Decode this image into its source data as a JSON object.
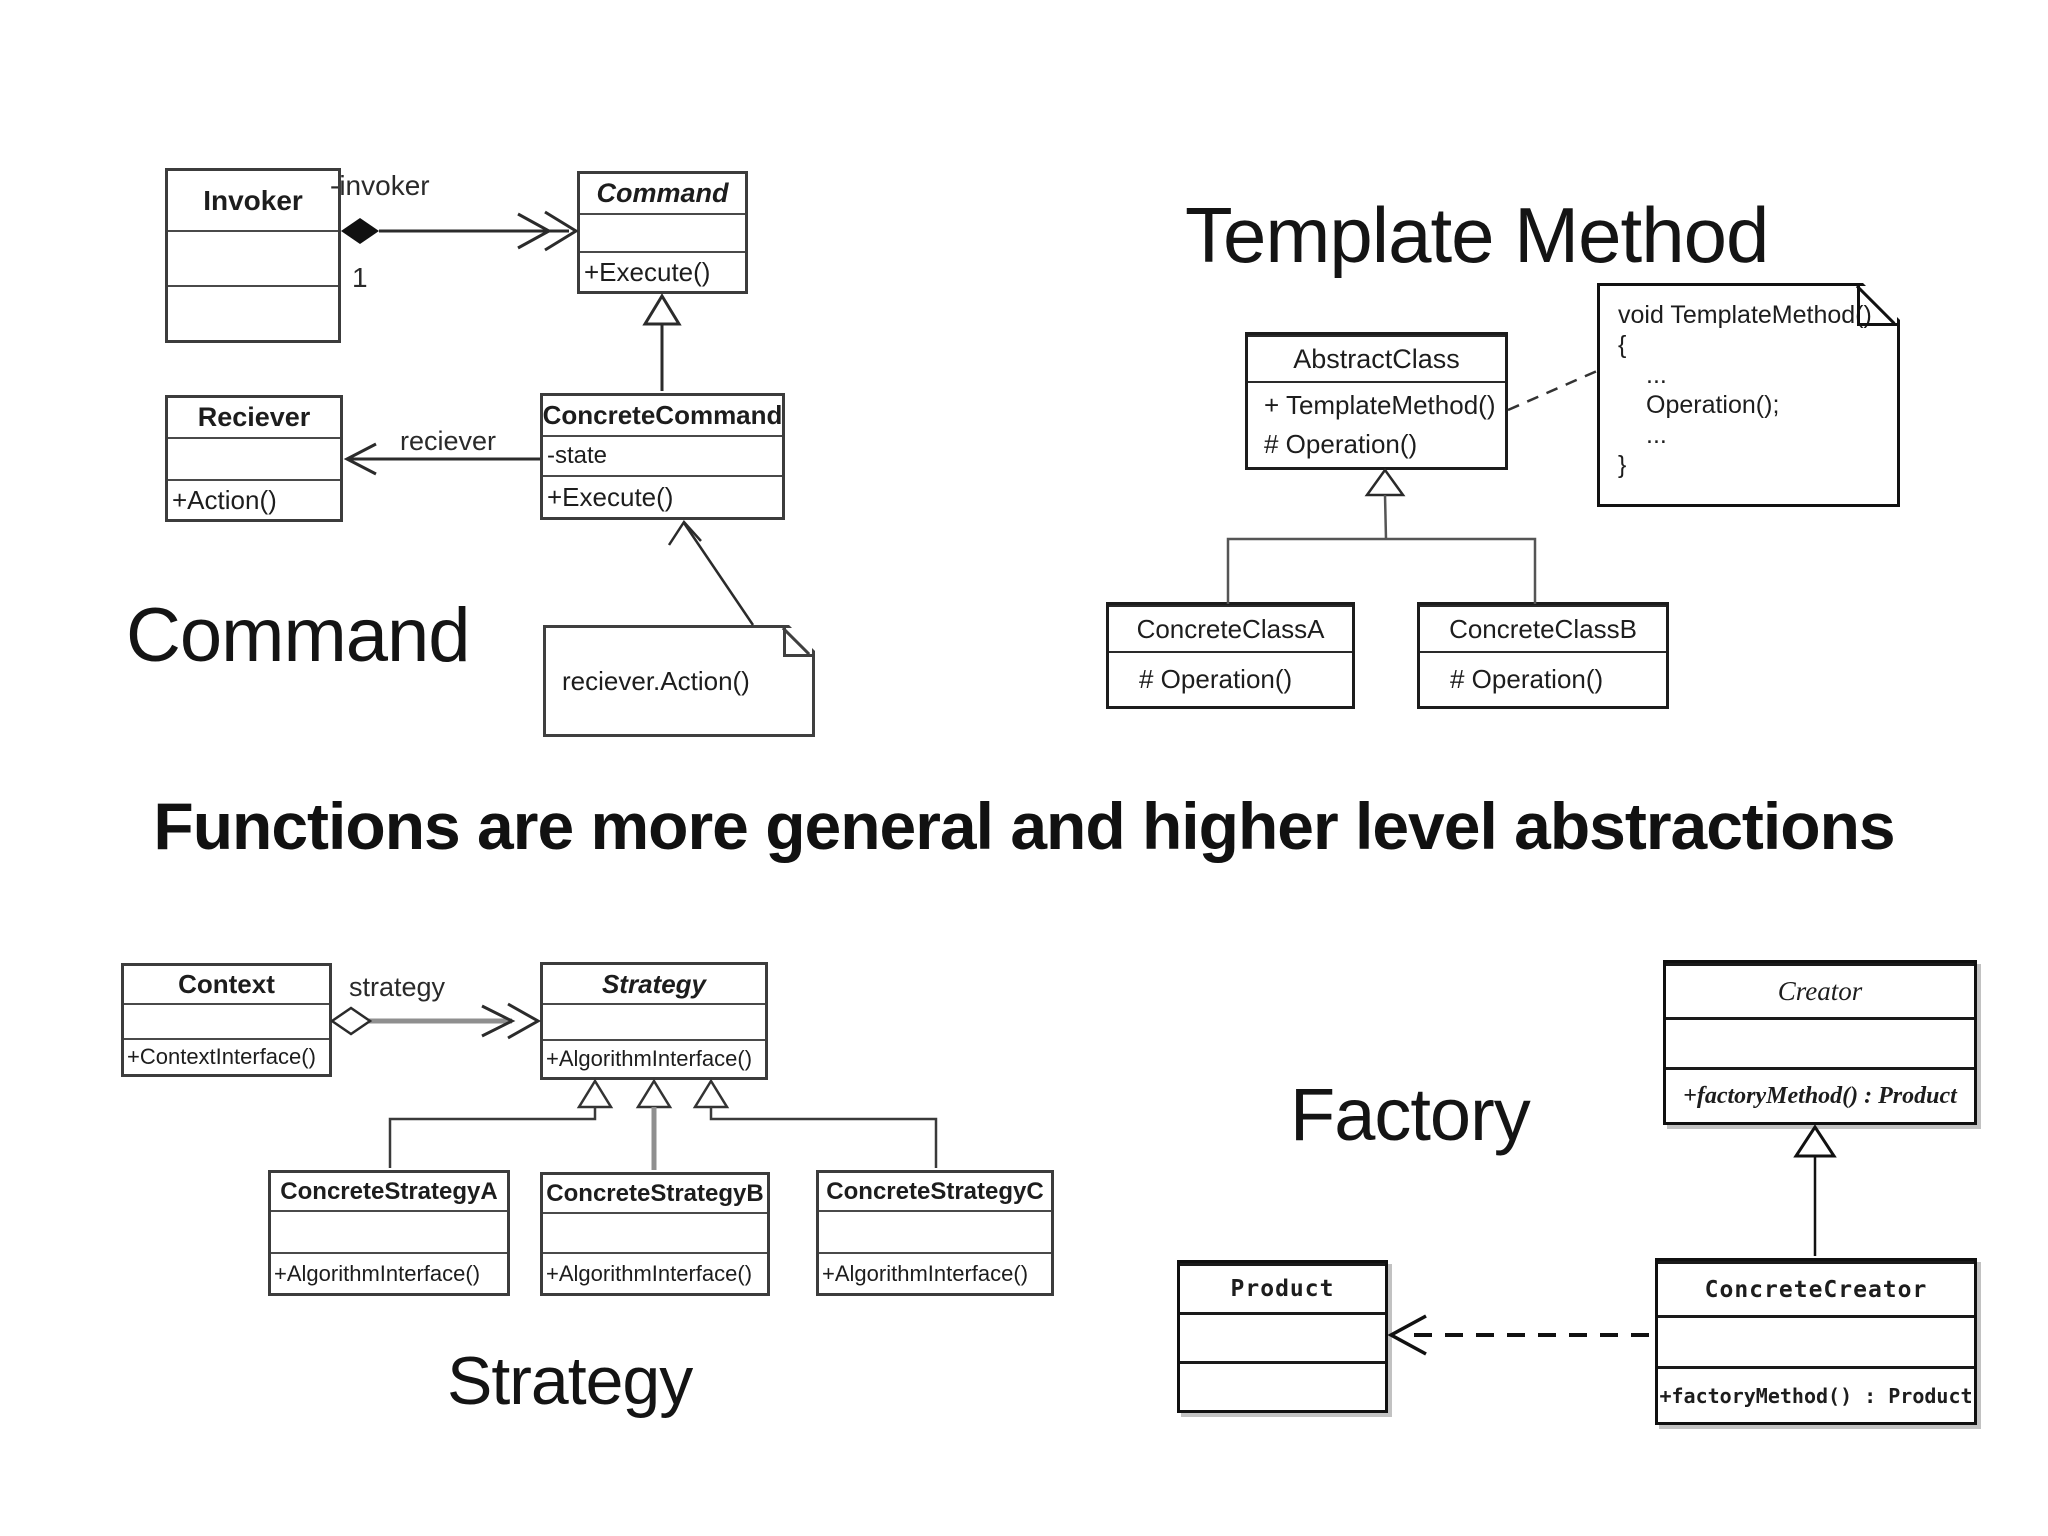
{
  "slide": {
    "background": "#ffffff",
    "text_color": "#1d1d1d"
  },
  "headings": {
    "command": "Command",
    "template_method": "Template Method",
    "statement": "Functions are more general and higher level abstractions",
    "strategy": "Strategy",
    "factory": "Factory"
  },
  "command_diagram": {
    "invoker": {
      "title": "Invoker"
    },
    "command": {
      "title": "Command",
      "method": "+Execute()"
    },
    "reciever": {
      "title": "Reciever",
      "method": "+Action()"
    },
    "concrete_command": {
      "title": "ConcreteCommand",
      "attribute": "-state",
      "method": "+Execute()"
    },
    "association_label": "-invoker",
    "multiplicity": "1",
    "reciever_label": "reciever",
    "note_text": "reciever.Action()"
  },
  "template_diagram": {
    "abstract_class": {
      "title": "AbstractClass",
      "method_1": "+ TemplateMethod()",
      "method_2": "# Operation()"
    },
    "concrete_class_a": {
      "title": "ConcreteClassA",
      "method": "# Operation()"
    },
    "concrete_class_b": {
      "title": "ConcreteClassB",
      "method": "# Operation()"
    },
    "note_lines": [
      "void TemplateMethod()",
      "{",
      "...",
      "Operation();",
      "...",
      "}"
    ]
  },
  "strategy_diagram": {
    "context": {
      "title": "Context",
      "method": "+ContextInterface()"
    },
    "strategy": {
      "title": "Strategy",
      "method": "+AlgorithmInterface()"
    },
    "association_label": "strategy",
    "concrete_strategy_a": {
      "title": "ConcreteStrategyA",
      "method": "+AlgorithmInterface()"
    },
    "concrete_strategy_b": {
      "title": "ConcreteStrategyB",
      "method": "+AlgorithmInterface()"
    },
    "concrete_strategy_c": {
      "title": "ConcreteStrategyC",
      "method": "+AlgorithmInterface()"
    }
  },
  "factory_diagram": {
    "creator": {
      "title": "Creator",
      "method": "+factoryMethod() : Product"
    },
    "product": {
      "title": "Product"
    },
    "concrete_creator": {
      "title": "ConcreteCreator",
      "method": "+factoryMethod() : Product"
    }
  }
}
